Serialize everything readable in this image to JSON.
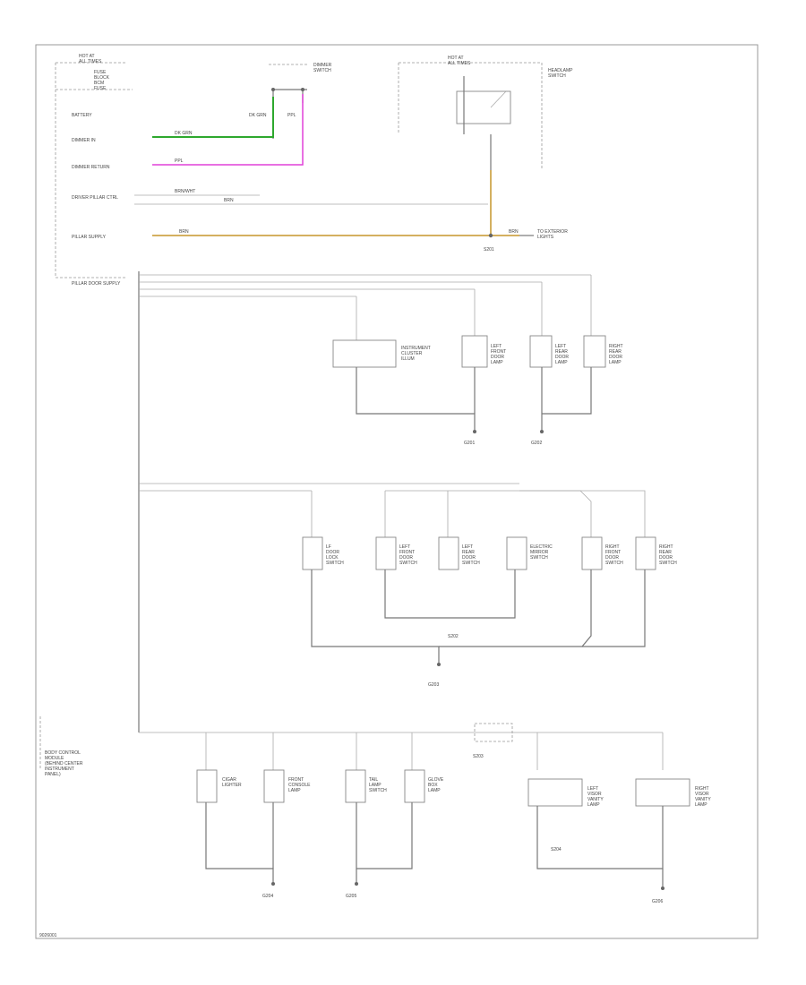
{
  "frame": {
    "code": "9026001"
  },
  "colors": {
    "green": "#2ea82e",
    "pink": "#e040d8",
    "tan": "#d4b060",
    "wire": "#777777"
  },
  "bcm": {
    "hot_label": "HOT AT\nALL TIMES",
    "fuse_lines": "FUSE\nBLOCK\nBCM\nFUSE",
    "pins": [
      "BATTERY",
      "DIMMER IN",
      "DIMMER RETURN",
      "DRIVER PILLAR CTRL",
      "PILLAR SUPPLY",
      "PILLAR DOOR SUPPLY"
    ],
    "note": "BODY CONTROL\nMODULE\n(BEHIND CENTER\nINSTRUMENT\nPANEL)"
  },
  "dimmer": {
    "label": "DIMMER\nSWITCH"
  },
  "headlamp_switch": {
    "hot_label": "HOT AT\nALL TIMES",
    "label": "HEADLAMP\nSWITCH"
  },
  "wires": {
    "green_1": "DK GRN",
    "green_2": "DK GRN",
    "pink_1": "PPL",
    "pink_2": "PPL",
    "brown_1": "BRN/WHT",
    "brown_2": "BRN",
    "tan_1": "BRN",
    "tan_2": "BRN",
    "to_ext": "TO EXTERIOR\nLIGHTS"
  },
  "splices": {
    "s1": "S201",
    "s2": "S202",
    "s3": "S203",
    "s4": "S204"
  },
  "groups": {
    "top": {
      "items": [
        "INSTRUMENT\nCLUSTER\nILLUM",
        "LEFT\nFRONT\nDOOR\nLAMP",
        "LEFT\nREAR\nDOOR\nLAMP",
        "RIGHT\nREAR\nDOOR\nLAMP"
      ],
      "grounds": [
        "G201",
        "G202"
      ]
    },
    "mid": {
      "items": [
        "LF\nDOOR\nLOCK\nSWITCH",
        "LEFT\nFRONT\nDOOR\nSWITCH",
        "LEFT\nREAR\nDOOR\nSWITCH",
        "ELECTRIC\nMIRROR\nSWITCH",
        "RIGHT\nFRONT\nDOOR\nSWITCH",
        "RIGHT\nREAR\nDOOR\nSWITCH"
      ],
      "ground": "G203"
    },
    "bot": {
      "items": [
        "CIGAR\nLIGHTER",
        "FRONT\nCONSOLE\nLAMP",
        "TAIL\nLAMP\nSWITCH",
        "GLOVE\nBOX\nLAMP",
        "LEFT\nVISOR\nVANITY\nLAMP",
        "RIGHT\nVISOR\nVANITY\nLAMP"
      ],
      "grounds": [
        "G204",
        "G205",
        "G206"
      ]
    }
  }
}
